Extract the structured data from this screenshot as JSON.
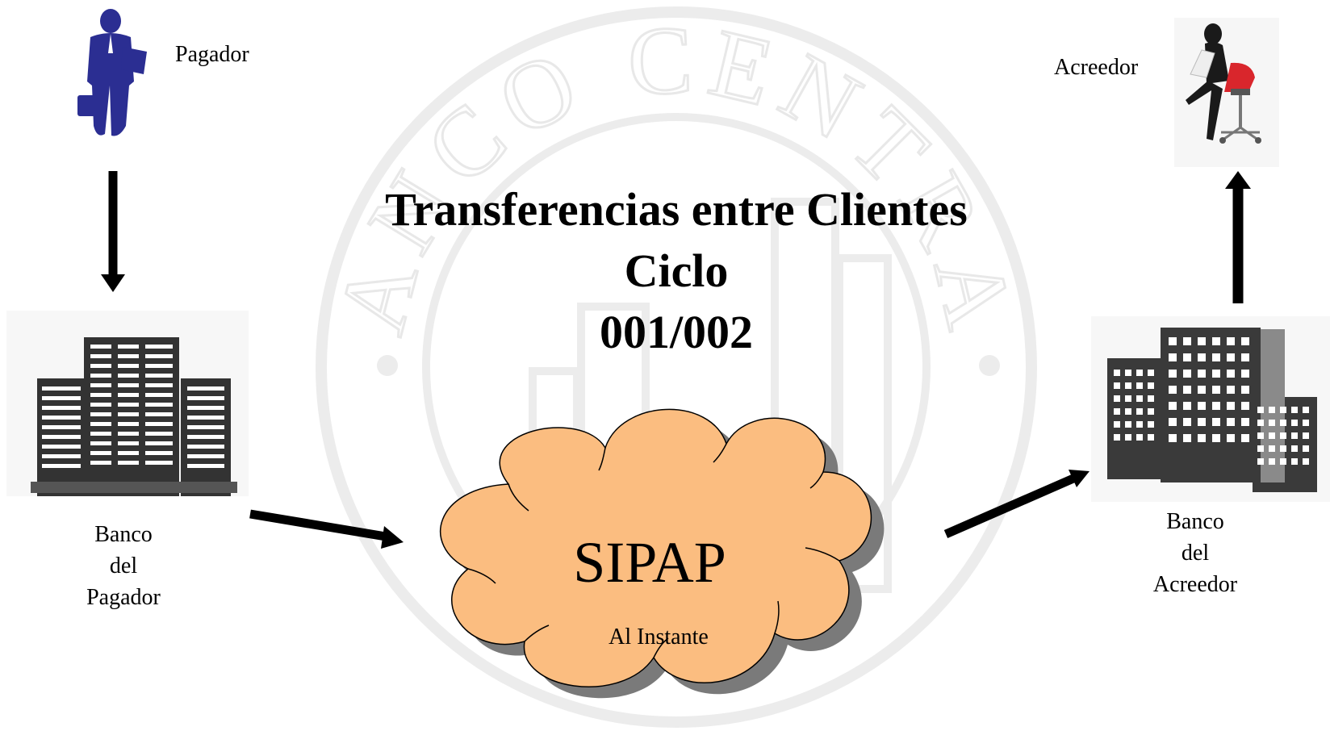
{
  "seal": {
    "text": "BANCO CENTRAL",
    "ring_color": "#e6e6e6"
  },
  "title": {
    "line1": "Transferencias entre Clientes",
    "line2": "Ciclo",
    "line3": "001/002"
  },
  "payer": {
    "label": "Pagador",
    "icon": "businessman-icon",
    "color": "#2b2e92"
  },
  "creditor": {
    "label": "Acreedor",
    "icon": "seated-woman-icon"
  },
  "payer_bank": {
    "line1": "Banco",
    "line2": "del",
    "line3": "Pagador",
    "icon": "office-building-icon"
  },
  "creditor_bank": {
    "line1": "Banco",
    "line2": "del",
    "line3": "Acreedor",
    "icon": "office-building-icon"
  },
  "cloud": {
    "title": "SIPAP",
    "subtitle": "Al Instante",
    "fill": "#fbbd80",
    "shadow": "#7a7a7a"
  }
}
